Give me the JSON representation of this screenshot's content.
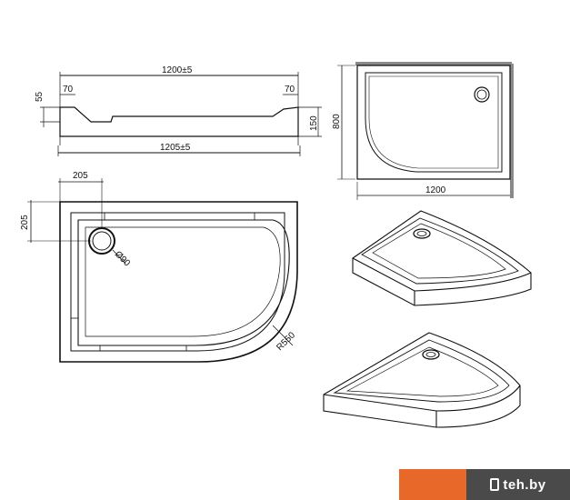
{
  "profile_view": {
    "top_width": "1200±5",
    "bottom_width": "1205±5",
    "left_rim": "70",
    "right_rim": "70",
    "left_height": "55",
    "right_height": "150"
  },
  "small_plan_view": {
    "width": "1200",
    "depth": "800"
  },
  "plan_view": {
    "drain_offset_x": "205",
    "drain_offset_y": "205",
    "drain_diameter": "Ø90",
    "corner_radius": "R550"
  },
  "branding": {
    "site": "teh.by",
    "colors": {
      "accent": "#e8682a",
      "dark": "#4a4a4a"
    },
    "icon": "phone-icon"
  }
}
